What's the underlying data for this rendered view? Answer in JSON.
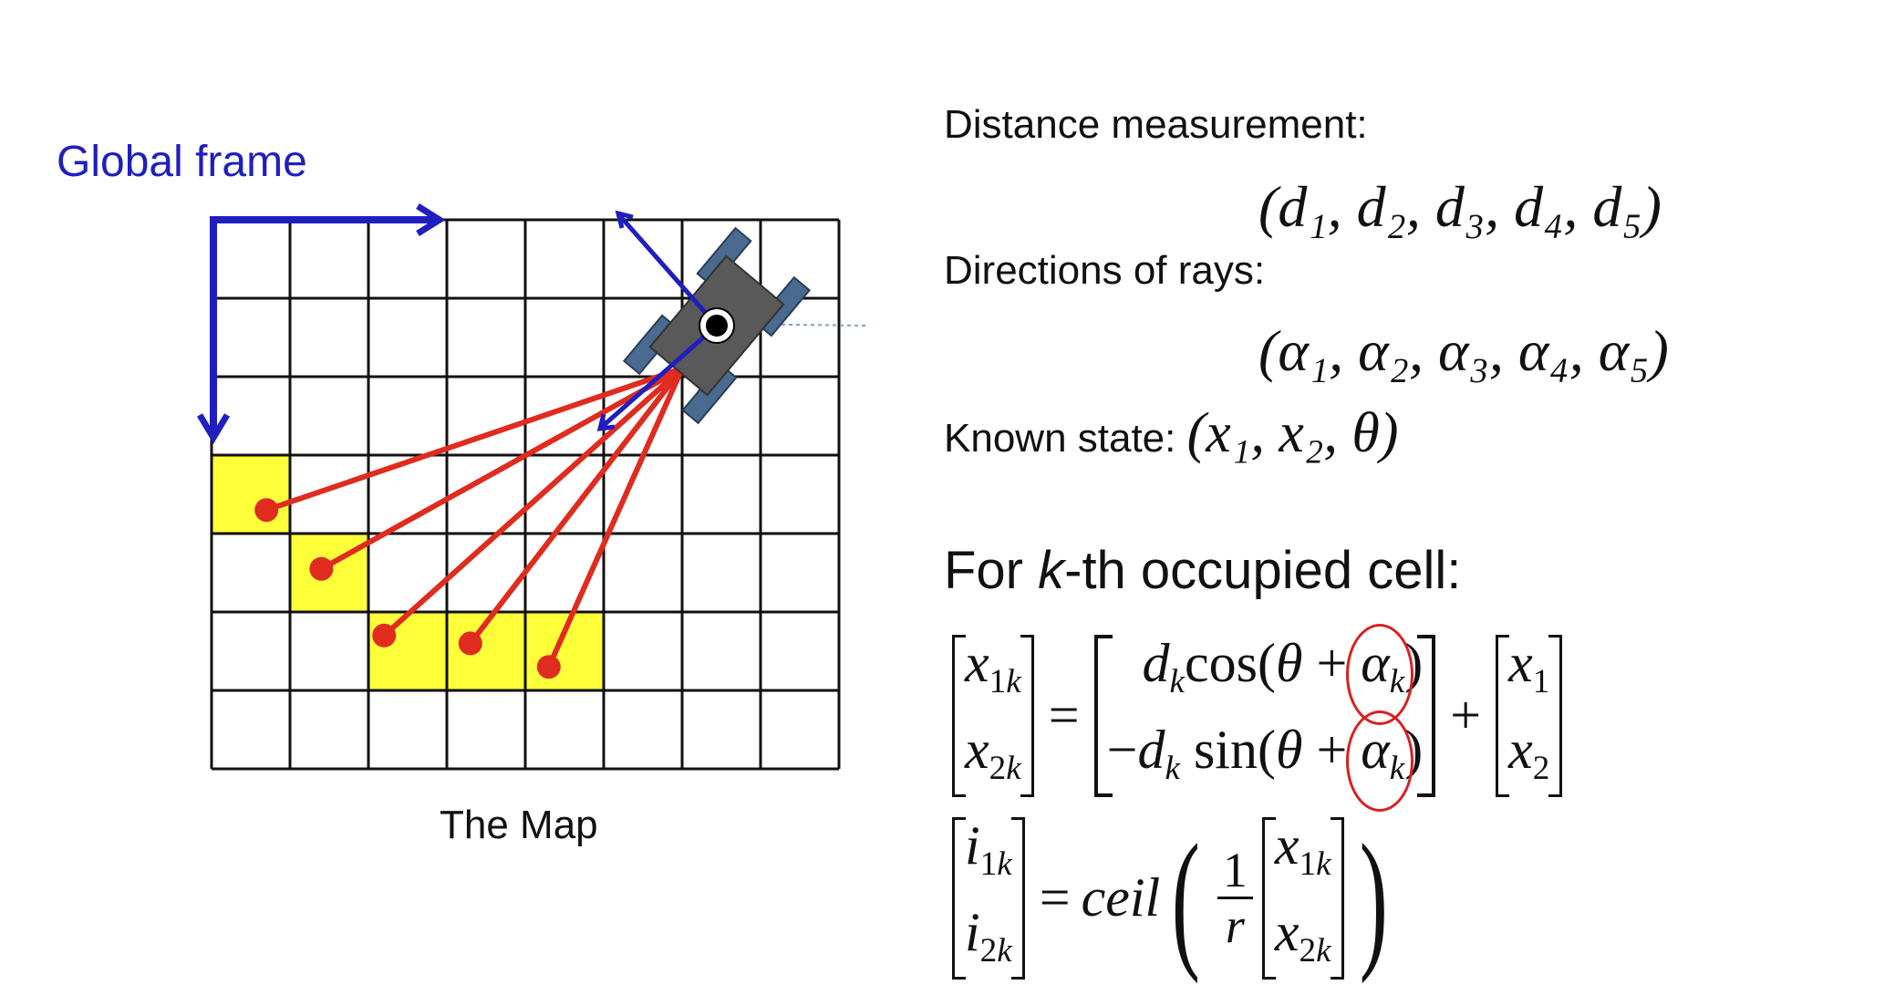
{
  "map": {
    "title": "Global frame",
    "caption": "The Map",
    "colors": {
      "frame_axes": "#1f1fbf",
      "grid": "#111111",
      "occupied": "#ffff3a",
      "rays": "#e02b1f",
      "robot_body": "#595959",
      "robot_wheels": "#4a6a90"
    },
    "grid": {
      "cols": 8,
      "rows": 7
    },
    "occupied_cells": [
      {
        "col": 0,
        "row": 3
      },
      {
        "col": 1,
        "row": 4
      },
      {
        "col": 2,
        "row": 5
      },
      {
        "col": 3,
        "row": 5
      },
      {
        "col": 4,
        "row": 5
      }
    ]
  },
  "equations": {
    "distance_label": "Distance measurement:",
    "distance_tuple": "(d₁, d₂, d₃, d₄, d₅)",
    "directions_label": "Directions of rays:",
    "directions_tuple": "(α₁, α₂, α₃, α₄, α₅)",
    "known_label": "Known state:",
    "known_tuple": "(x₁, x₂, θ)",
    "occupied_label_pre": "For ",
    "occupied_label_k": "k",
    "occupied_label_post": "-th occupied cell:",
    "eq1": {
      "lhs": [
        "x1k",
        "x2k"
      ],
      "rhs_top": "d_k cos(θ + α_k)",
      "rhs_bottom": "−d_k sin(θ + α_k)",
      "plus": "+",
      "offset": [
        "x1",
        "x2"
      ]
    },
    "eq2": {
      "lhs": [
        "i1k",
        "i2k"
      ],
      "fn": "ceil",
      "frac_num": "1",
      "frac_den": "r",
      "vec": [
        "x1k",
        "x2k"
      ]
    }
  }
}
